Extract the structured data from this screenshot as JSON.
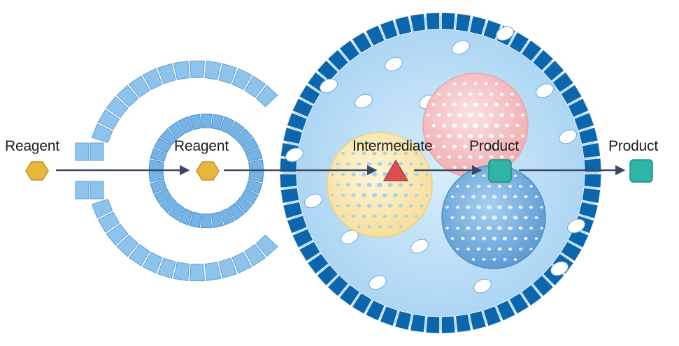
{
  "labels": {
    "reagent_outer": "Reagent",
    "reagent_inner": "Reagent",
    "intermediate": "Intermediate",
    "product_inner": "Product",
    "product_outer": "Product"
  },
  "icons": {
    "reagent": "hexagon",
    "intermediate": "triangle",
    "product": "rounded-square"
  },
  "colors": {
    "outer_segment": "#8ec3eb",
    "inner_segment": "#76b3e6",
    "large_ring_segment": "#0b66ad",
    "large_interior": "#bfe1f7",
    "yellow_sphere": "#fdecb8",
    "pink_sphere": "#f6c6c9",
    "blue_sphere": "#8dbde6",
    "reagent": "#e7b63b",
    "intermediate": "#d9504f",
    "product": "#2fb5a6",
    "arrow": "#3a4868"
  }
}
